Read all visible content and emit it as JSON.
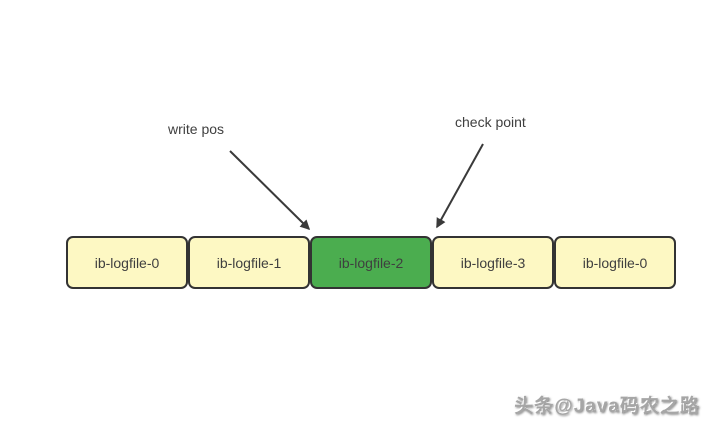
{
  "diagram": {
    "annotations": [
      {
        "text": "write pos",
        "target": "left edge of highlighted segment"
      },
      {
        "text": "check point",
        "target": "right edge of highlighted segment"
      }
    ],
    "segments": [
      {
        "label": "ib-logfile-0",
        "highlight": false
      },
      {
        "label": "ib-logfile-1",
        "highlight": false
      },
      {
        "label": "ib-logfile-2",
        "highlight": true
      },
      {
        "label": "ib-logfile-3",
        "highlight": false
      },
      {
        "label": "ib-logfile-0",
        "highlight": false
      }
    ],
    "colors": {
      "segment_fill": "#fdf8c3",
      "highlight_fill": "#4bad4f",
      "border": "#333333",
      "text": "#3f3f3f",
      "arrow": "#3a3a3a"
    }
  },
  "watermark": {
    "text": "头条@Java码农之路"
  }
}
